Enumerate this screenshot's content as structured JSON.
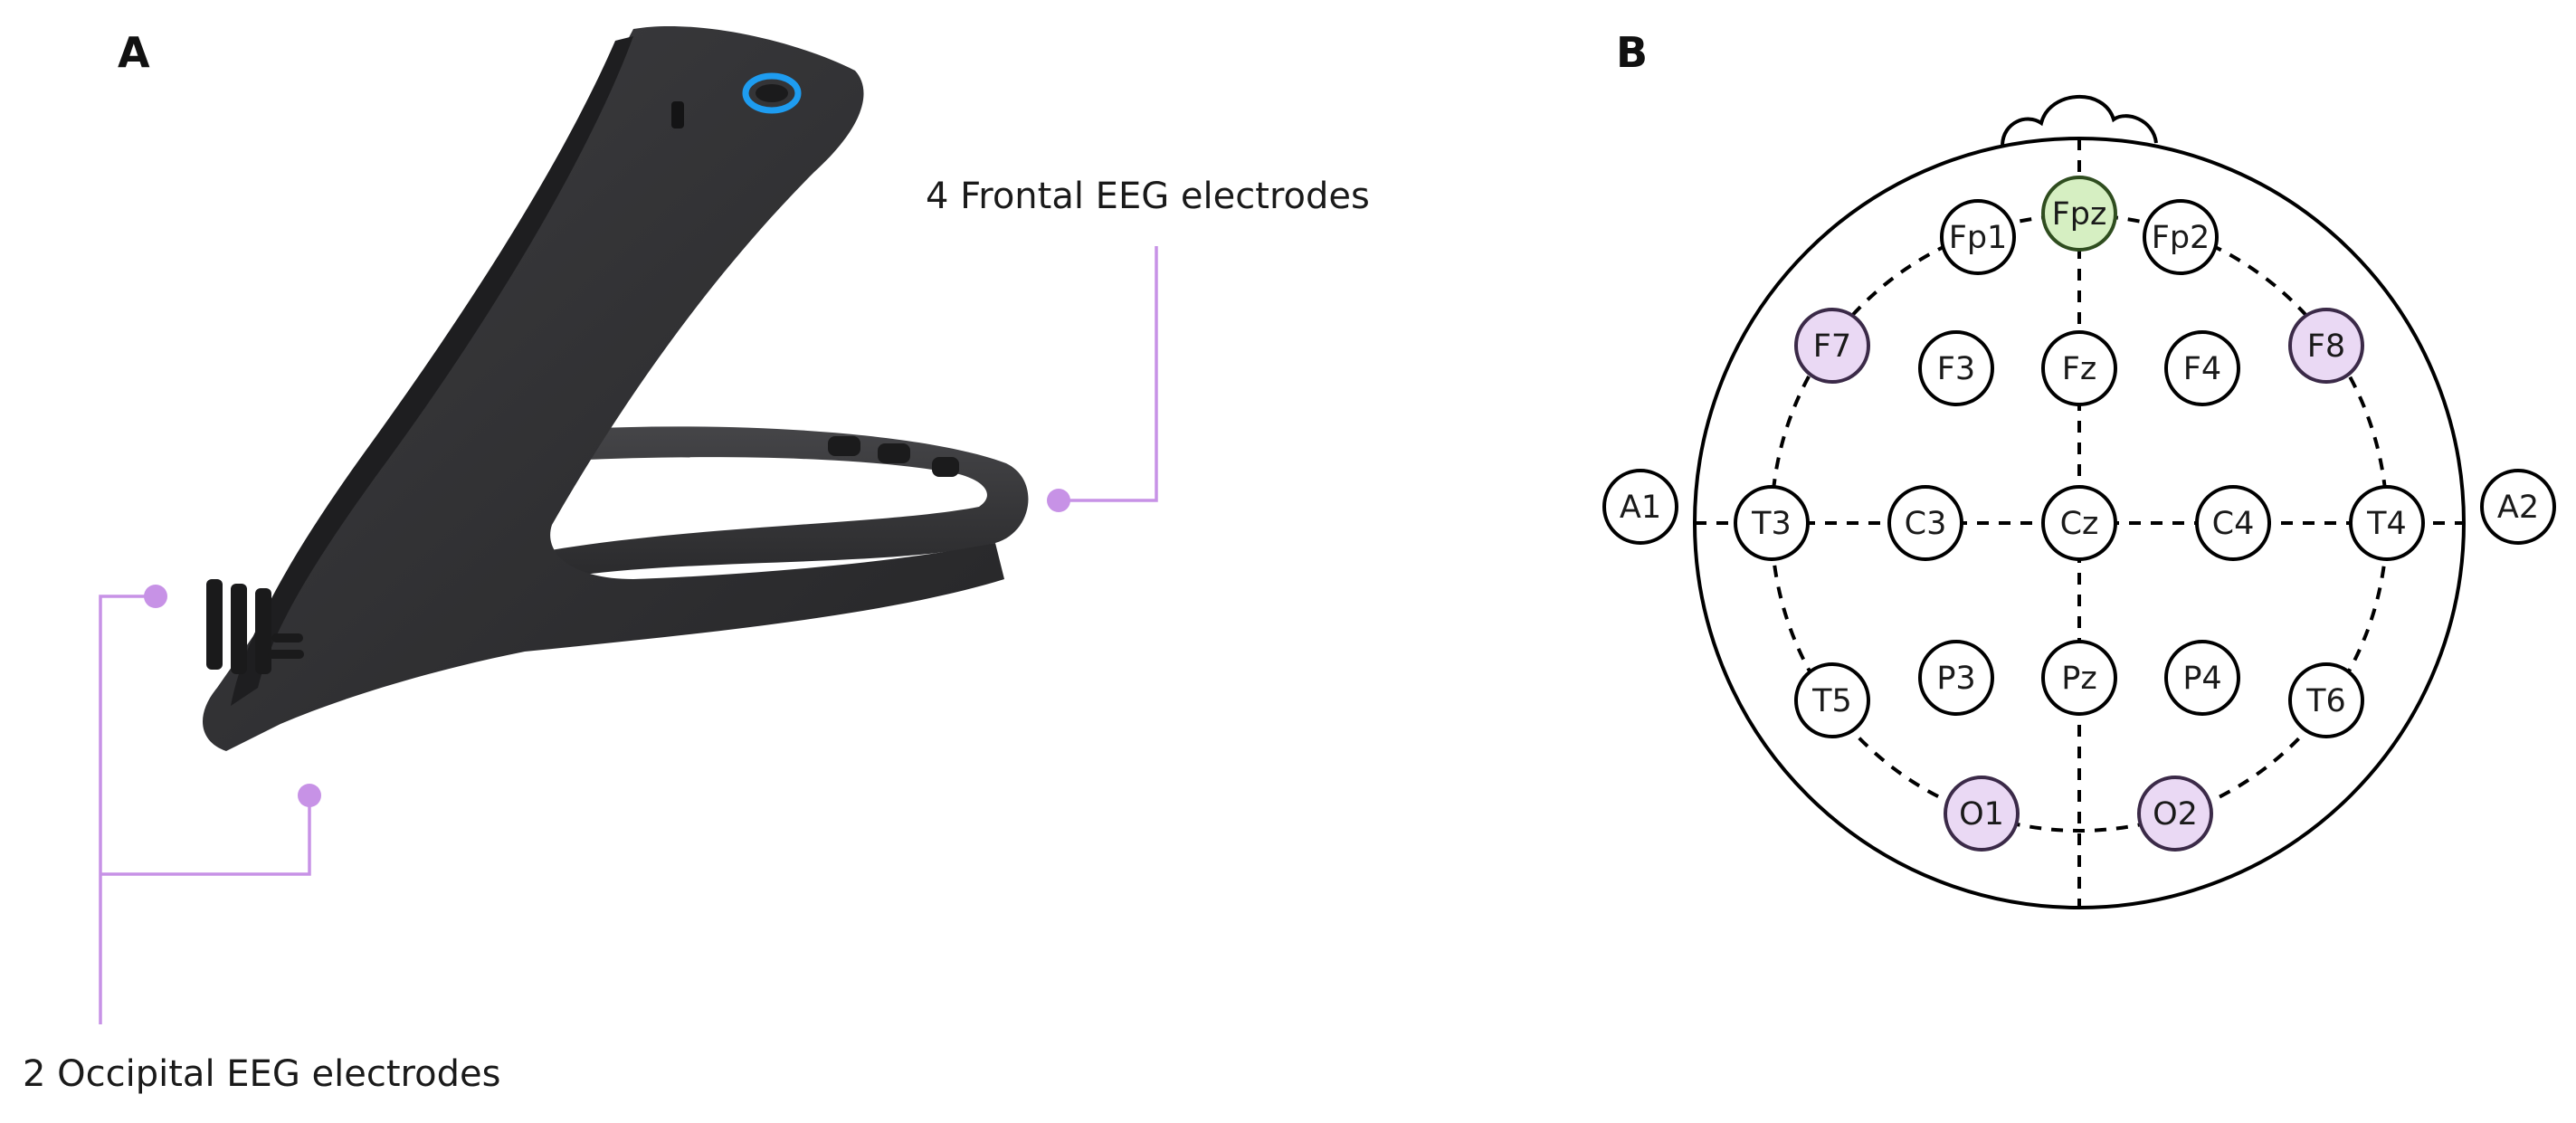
{
  "panel_a": {
    "letter": "A",
    "frontal_callout": "4 Frontal EEG electrodes",
    "occipital_callout": "2 Occipital EEG electrodes"
  },
  "panel_b": {
    "letter": "B",
    "electrodes": [
      {
        "id": "fpz",
        "label": "Fpz",
        "state": "reference"
      },
      {
        "id": "fp1",
        "label": "Fp1",
        "state": "normal"
      },
      {
        "id": "fp2",
        "label": "Fp2",
        "state": "normal"
      },
      {
        "id": "f7",
        "label": "F7",
        "state": "device"
      },
      {
        "id": "f3",
        "label": "F3",
        "state": "normal"
      },
      {
        "id": "fz",
        "label": "Fz",
        "state": "normal"
      },
      {
        "id": "f4",
        "label": "F4",
        "state": "normal"
      },
      {
        "id": "f8",
        "label": "F8",
        "state": "device"
      },
      {
        "id": "a1",
        "label": "A1",
        "state": "normal"
      },
      {
        "id": "t3",
        "label": "T3",
        "state": "normal"
      },
      {
        "id": "c3",
        "label": "C3",
        "state": "normal"
      },
      {
        "id": "cz",
        "label": "Cz",
        "state": "normal"
      },
      {
        "id": "c4",
        "label": "C4",
        "state": "normal"
      },
      {
        "id": "t4",
        "label": "T4",
        "state": "normal"
      },
      {
        "id": "a2",
        "label": "A2",
        "state": "normal"
      },
      {
        "id": "t5",
        "label": "T5",
        "state": "normal"
      },
      {
        "id": "p3",
        "label": "P3",
        "state": "normal"
      },
      {
        "id": "pz",
        "label": "Pz",
        "state": "normal"
      },
      {
        "id": "p4",
        "label": "P4",
        "state": "normal"
      },
      {
        "id": "t6",
        "label": "T6",
        "state": "normal"
      },
      {
        "id": "o1",
        "label": "O1",
        "state": "device"
      },
      {
        "id": "o2",
        "label": "O2",
        "state": "device"
      }
    ]
  },
  "colors": {
    "accent_purple": "#c792e6",
    "device_fill": "#ead9f4",
    "device_stroke": "#3b2a48",
    "reference_fill": "#d6efc2",
    "reference_stroke": "#2f4d1f",
    "headband_dark": "#2b2b2d",
    "headband_mid": "#3c3c3f",
    "led_blue": "#1e9cf0"
  }
}
